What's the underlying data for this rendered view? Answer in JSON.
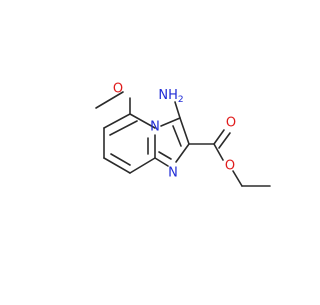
{
  "molecule": {
    "labels": {
      "amine": "NH",
      "amine_sub": "2",
      "ring_n_bridge": "N",
      "ring_n_imine": "N",
      "methoxy_o": "O",
      "carbonyl_o": "O",
      "ester_o": "O"
    },
    "colors": {
      "bond": "#2b2b2b",
      "nitrogen": "#1f2bd6",
      "oxygen": "#e01b1b"
    }
  }
}
